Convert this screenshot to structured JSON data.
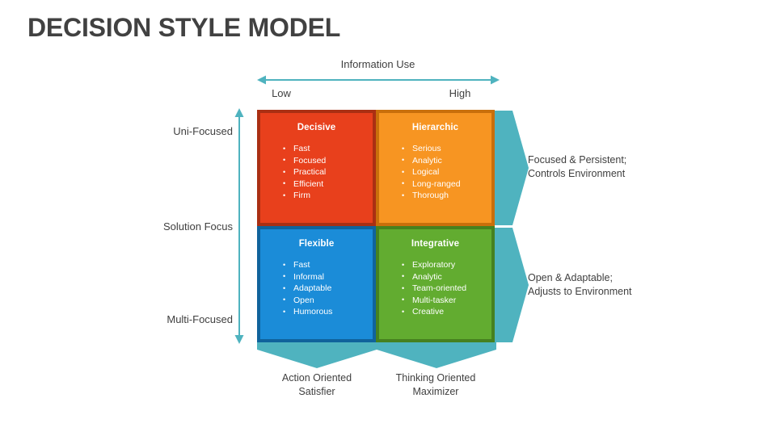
{
  "title": "DECISION STYLE MODEL",
  "axes": {
    "horizontal": {
      "title": "Information Use",
      "low": "Low",
      "high": "High",
      "icon": "double-headed-horizontal-arrow-icon"
    },
    "vertical": {
      "title": "Solution Focus",
      "top": "Uni-Focused",
      "bottom": "Multi-Focused",
      "icon": "double-headed-vertical-arrow-icon"
    }
  },
  "colors": {
    "teal": "#4FB3BF",
    "red": "#E8401C",
    "red_border": "#AA2F13",
    "orange": "#F79522",
    "orange_border": "#C96F0B",
    "blue": "#1B8CD8",
    "blue_border": "#10639C",
    "green": "#62AC30",
    "green_border": "#46811F",
    "text": "#3F3F3F",
    "title": "#414141"
  },
  "quadrants": [
    {
      "id": "decisive",
      "title": "Decisive",
      "traits": [
        "Fast",
        "Focused",
        "Practical",
        "Efficient",
        "Firm"
      ]
    },
    {
      "id": "hierarchic",
      "title": "Hierarchic",
      "traits": [
        "Serious",
        "Analytic",
        "Logical",
        "Long-ranged",
        "Thorough"
      ]
    },
    {
      "id": "flexible",
      "title": "Flexible",
      "traits": [
        "Fast",
        "Informal",
        "Adaptable",
        "Open",
        "Humorous"
      ]
    },
    {
      "id": "integrative",
      "title": "Integrative",
      "traits": [
        "Exploratory",
        "Analytic",
        "Team-oriented",
        "Multi-tasker",
        "Creative"
      ]
    }
  ],
  "callouts": {
    "right_top": {
      "line1": "Focused & Persistent;",
      "line2": "Controls Environment",
      "icon": "right-arrow-icon"
    },
    "right_bottom": {
      "line1": "Open & Adaptable;",
      "line2": "Adjusts to Environment",
      "icon": "right-arrow-icon"
    },
    "bottom_left": {
      "line1": "Action Oriented",
      "line2": "Satisfier",
      "icon": "down-arrow-icon"
    },
    "bottom_right": {
      "line1": "Thinking Oriented",
      "line2": "Maximizer",
      "icon": "down-arrow-icon"
    }
  }
}
